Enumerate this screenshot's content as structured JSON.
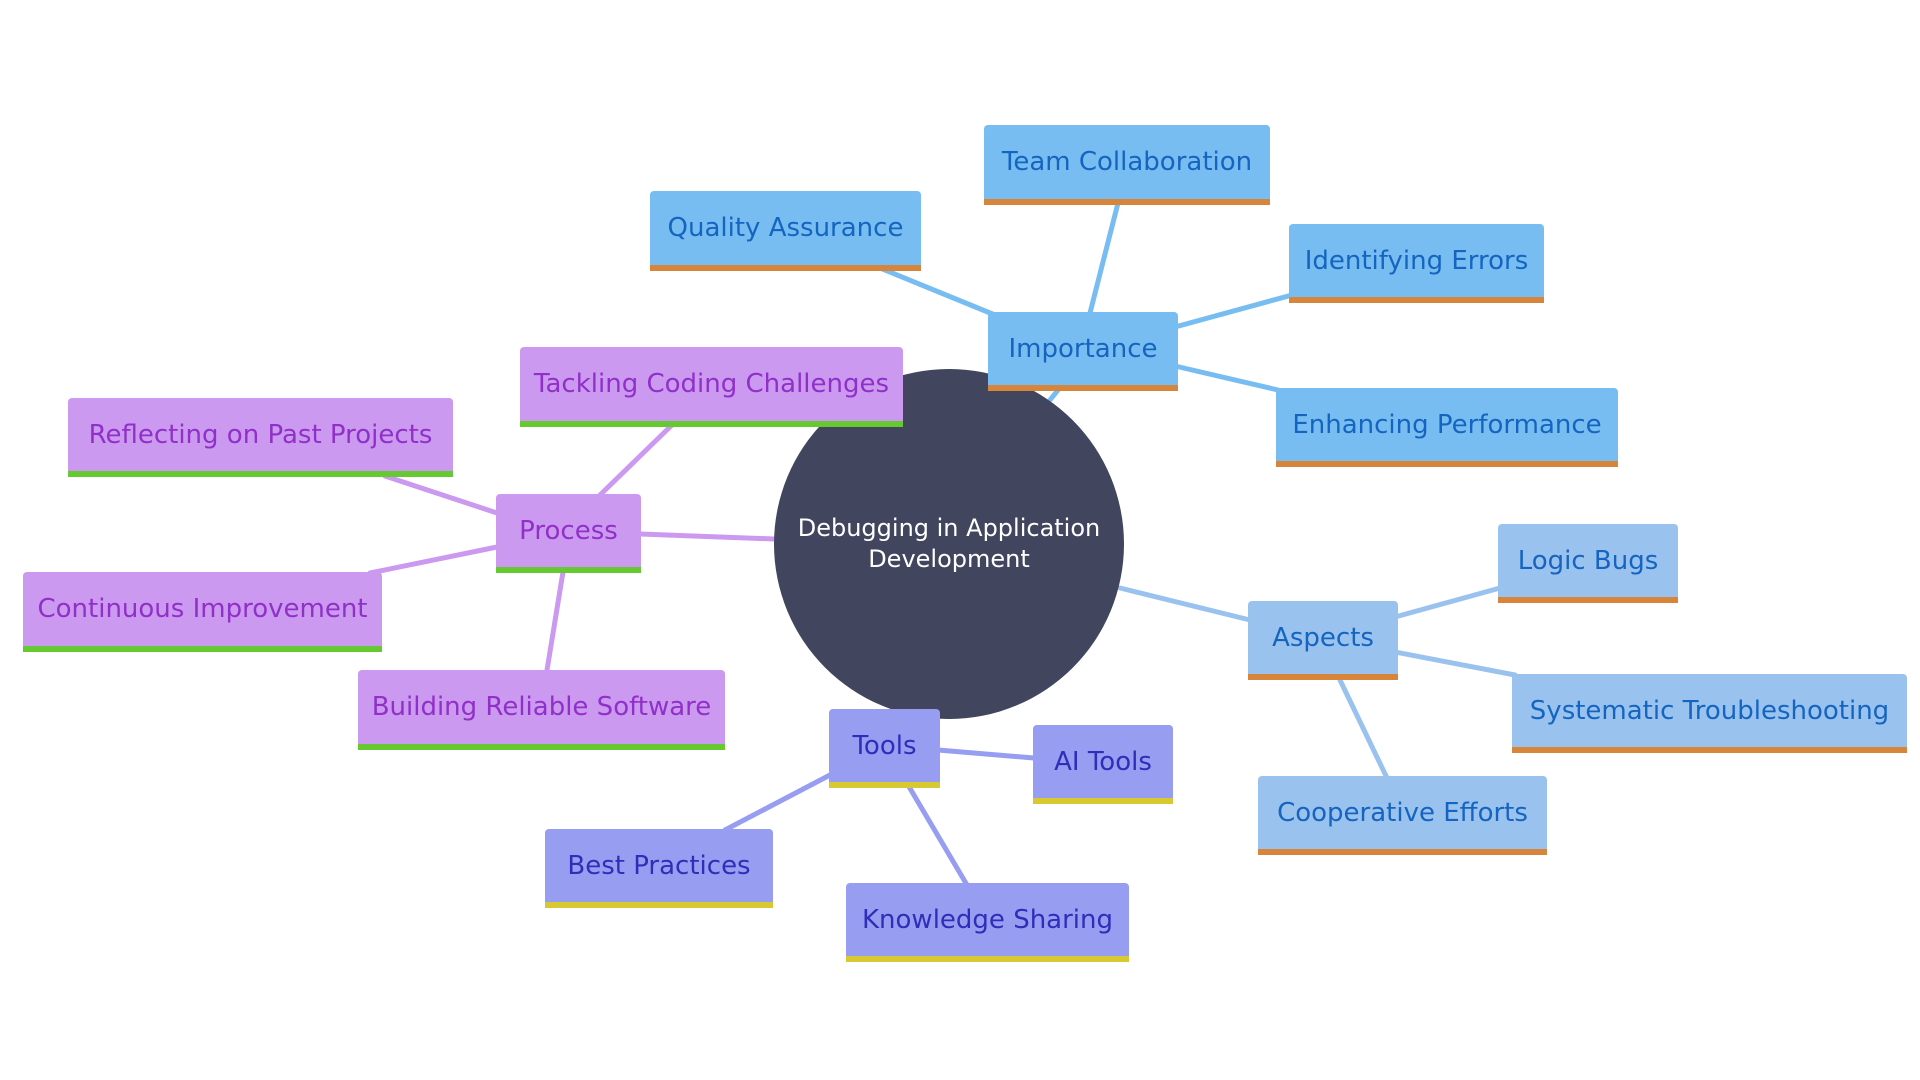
{
  "center": {
    "title_line1": "Debugging in Application",
    "title_line2": "Development"
  },
  "branches": {
    "importance": {
      "label": "Importance",
      "color": "#78bdf1",
      "children": [
        "Team Collaboration",
        "Quality Assurance",
        "Identifying Errors",
        "Enhancing Performance"
      ]
    },
    "aspects": {
      "label": "Aspects",
      "color": "#9ac2ee",
      "children": [
        "Logic Bugs",
        "Systematic Troubleshooting",
        "Cooperative Efforts"
      ]
    },
    "tools": {
      "label": "Tools",
      "color": "#979df1",
      "children": [
        "AI Tools",
        "Best Practices",
        "Knowledge Sharing"
      ]
    },
    "process": {
      "label": "Process",
      "color": "#cb99f0",
      "children": [
        "Tackling Coding Challenges",
        "Reflecting on Past Projects",
        "Continuous Improvement",
        "Building Reliable Software"
      ]
    }
  }
}
